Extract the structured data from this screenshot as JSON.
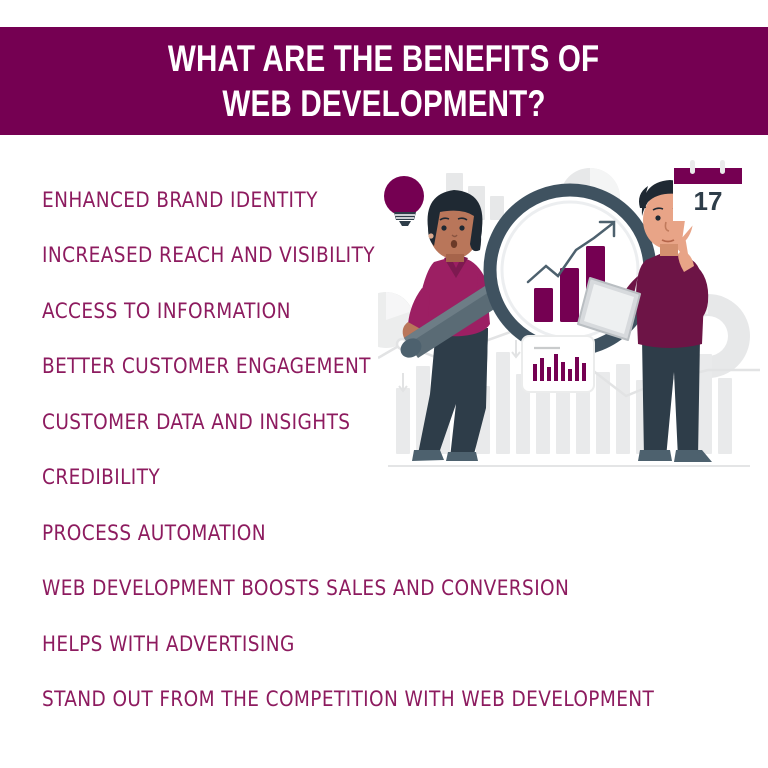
{
  "header": {
    "line1": "What are the benefits of",
    "line2": "Web Development?",
    "background_color": "#750052",
    "text_color": "#ffffff"
  },
  "benefits": {
    "text_color": "#8d1b5f",
    "items": [
      {
        "label": "Enhanced Brand Identity"
      },
      {
        "label": "Increased Reach and Visibility"
      },
      {
        "label": "Access to Information"
      },
      {
        "label": "Better Customer Engagement"
      },
      {
        "label": "Customer Data and Insights"
      },
      {
        "label": "Credibility"
      },
      {
        "label": "Process Automation"
      },
      {
        "label": "Web Development Boosts Sales and Conversion"
      },
      {
        "label": "Helps with Advertising"
      },
      {
        "label": "Stand Out from the Competition with Web Development"
      }
    ]
  },
  "illustration": {
    "name": "data-analysis-illustration",
    "calendar_day": "17",
    "palette": {
      "purple": "#750052",
      "magenta": "#9c1f63",
      "plum": "#6d1446",
      "navy": "#2e3d49",
      "slate": "#5a6b75",
      "skin_light": "#e8a487",
      "skin_dark": "#b9765a",
      "hair": "#1f2933",
      "light_gray": "#e8e9ea",
      "pale_gray": "#f2f3f4",
      "white": "#ffffff"
    },
    "magnifier_chart": {
      "type": "bar",
      "values": [
        38,
        62,
        92
      ],
      "arrow": "rising-trend"
    },
    "card_chart": {
      "type": "bar",
      "values": [
        55,
        75,
        48,
        90,
        62,
        40,
        80,
        58,
        85,
        70
      ]
    },
    "background_charts": {
      "top_left_bars": [
        100,
        62,
        36
      ],
      "top_pie": "pie-chart",
      "right_donut": "donut-chart",
      "left_pie": "pie-chart",
      "bottom_bars": [
        45,
        72,
        58,
        80,
        52,
        88,
        64,
        76,
        50,
        84,
        60,
        70,
        48
      ],
      "trend_line": "polyline-with-nodes"
    }
  }
}
